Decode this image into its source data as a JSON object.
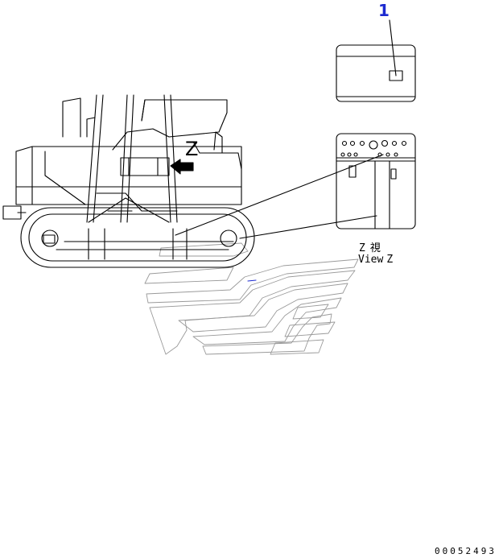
{
  "callout": {
    "number": "1",
    "color": "#1c2ad0"
  },
  "view": {
    "z_letter_jp": "Z",
    "z_kanji": "視",
    "view_text": "View",
    "view_letter": "Z"
  },
  "section_letter": "Z",
  "drawing_number": "00052493",
  "colors": {
    "ink": "#000000",
    "callout": "#1c2ad0"
  }
}
